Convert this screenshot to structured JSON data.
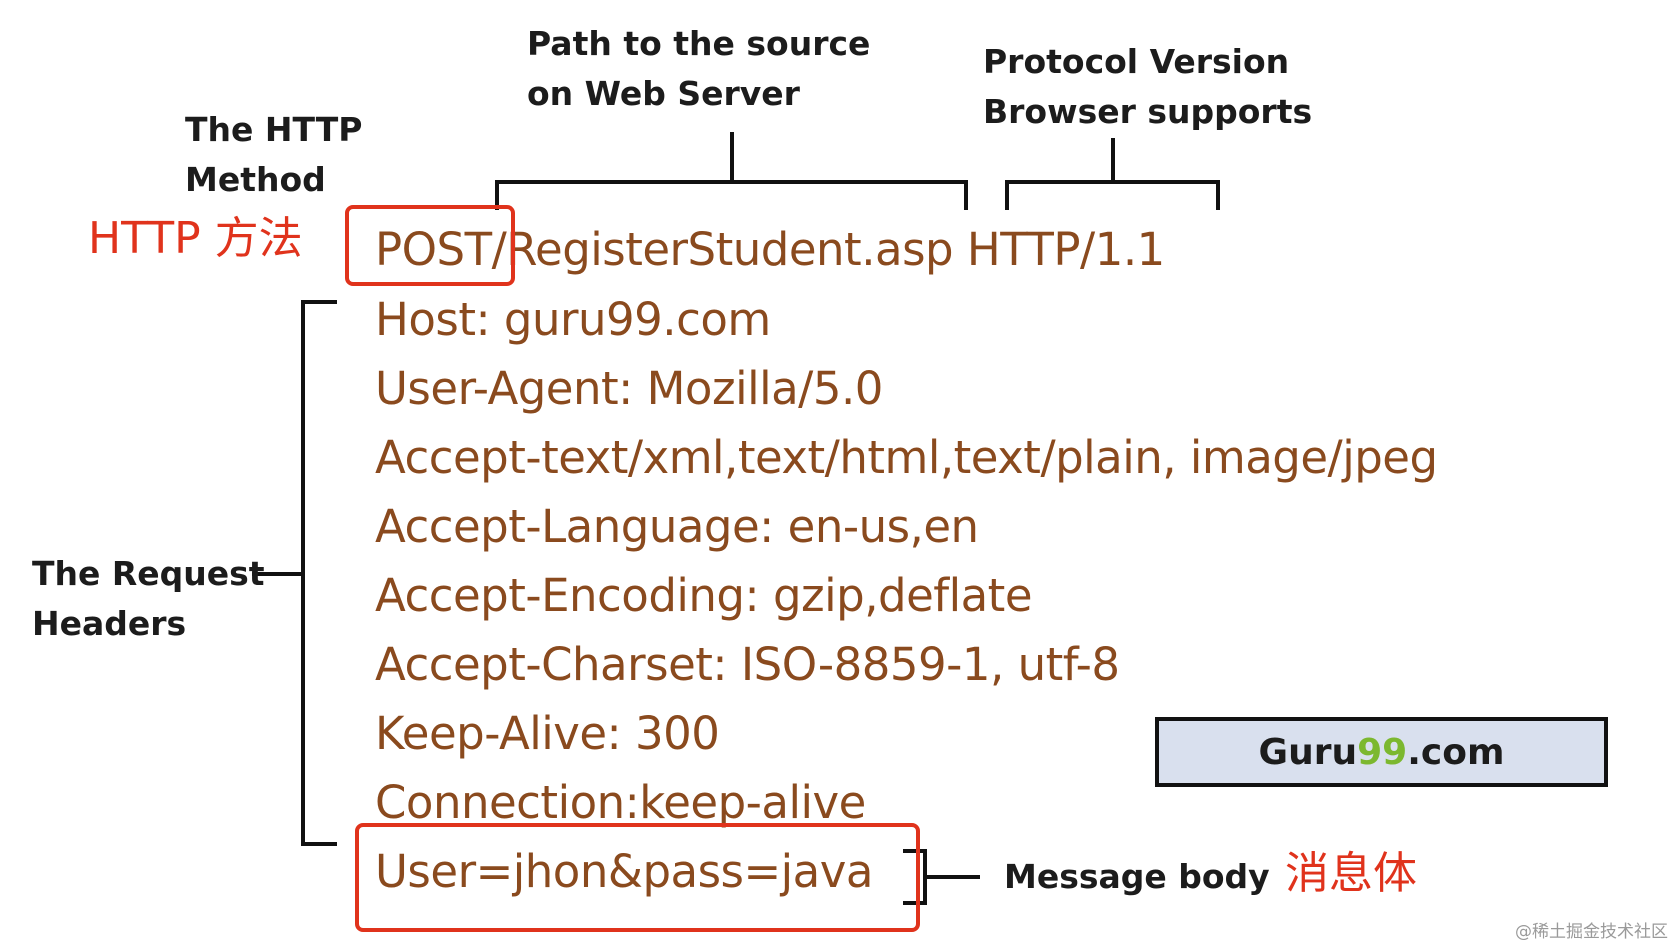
{
  "annotations": {
    "method_label": [
      "The HTTP",
      "Method"
    ],
    "path_label": [
      "Path to the source",
      "on Web Server"
    ],
    "protocol_label": [
      "Protocol Version",
      "Browser supports"
    ],
    "headers_label": [
      "The Request",
      "Headers"
    ],
    "body_label": "Message body"
  },
  "chinese_labels": {
    "method": "HTTP 方法",
    "body": "消息体"
  },
  "request": {
    "method": "POST",
    "path": "/RegisterStudent.asp",
    "protocol": "HTTP/1.1",
    "headers": [
      "Host: guru99.com",
      "User-Agent: Mozilla/5.0",
      "Accept-text/xml,text/html,text/plain, image/jpeg",
      "Accept-Language: en-us,en",
      "Accept-Encoding: gzip,deflate",
      "Accept-Charset: ISO-8859-1, utf-8",
      "Keep-Alive: 300",
      "Connection:keep-alive"
    ],
    "body": "User=jhon&pass=java"
  },
  "logo": {
    "prefix": "Guru",
    "number": "99",
    "suffix": ".com"
  },
  "watermark": "@稀土掘金技术社区",
  "colors": {
    "request_text": "#8a4a1e",
    "highlight_red": "#e0331c",
    "logo_bg": "#d9e0ee",
    "logo_green": "#7cb82f"
  }
}
